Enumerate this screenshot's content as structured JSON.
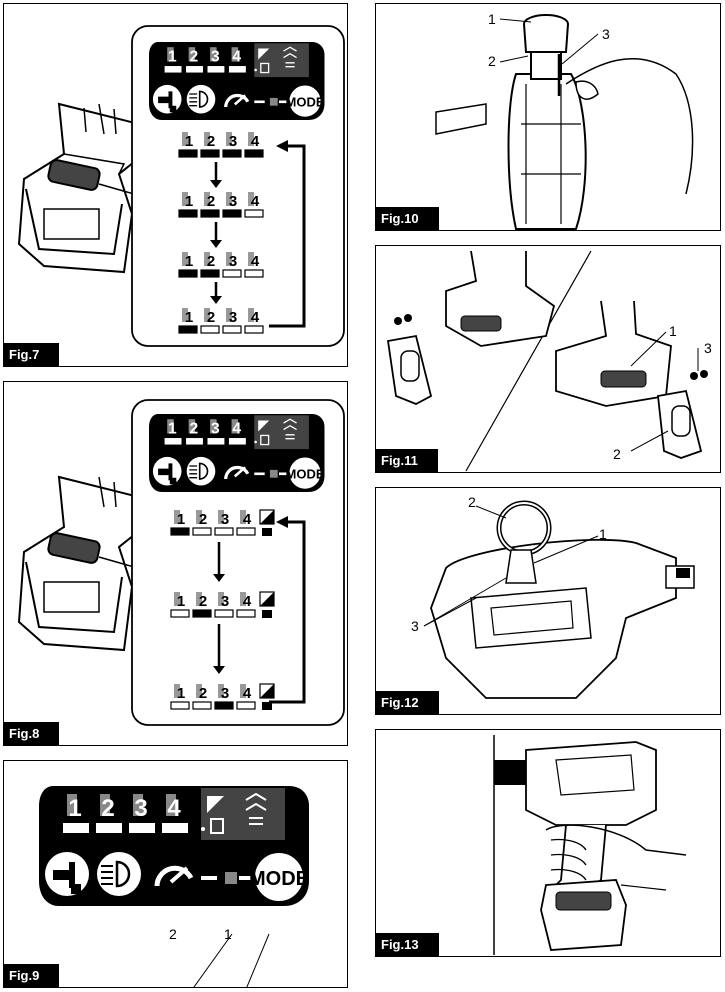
{
  "figures": {
    "fig7": {
      "label": "Fig.7"
    },
    "fig8": {
      "label": "Fig.8"
    },
    "fig9": {
      "label": "Fig.9",
      "callouts": [
        "2",
        "1"
      ]
    },
    "fig10": {
      "label": "Fig.10",
      "callouts": [
        "1",
        "2",
        "3"
      ]
    },
    "fig11": {
      "label": "Fig.11",
      "callouts": [
        "1",
        "3",
        "2"
      ]
    },
    "fig12": {
      "label": "Fig.12",
      "callouts": [
        "2",
        "1",
        "3"
      ]
    },
    "fig13": {
      "label": "Fig.13"
    }
  },
  "panel_ui": {
    "level_numbers": [
      "1",
      "2",
      "3",
      "4"
    ],
    "mode_button": "MODE"
  },
  "fig7_sequence": [
    {
      "filled": [
        true,
        true,
        true,
        true
      ]
    },
    {
      "filled": [
        true,
        true,
        true,
        false
      ]
    },
    {
      "filled": [
        true,
        true,
        false,
        false
      ]
    },
    {
      "filled": [
        true,
        false,
        false,
        false
      ]
    }
  ],
  "fig8_sequence": [
    {
      "filled": [
        true,
        false,
        false,
        false
      ]
    },
    {
      "filled": [
        false,
        true,
        false,
        false
      ]
    },
    {
      "filled": [
        false,
        false,
        true,
        false
      ]
    }
  ]
}
